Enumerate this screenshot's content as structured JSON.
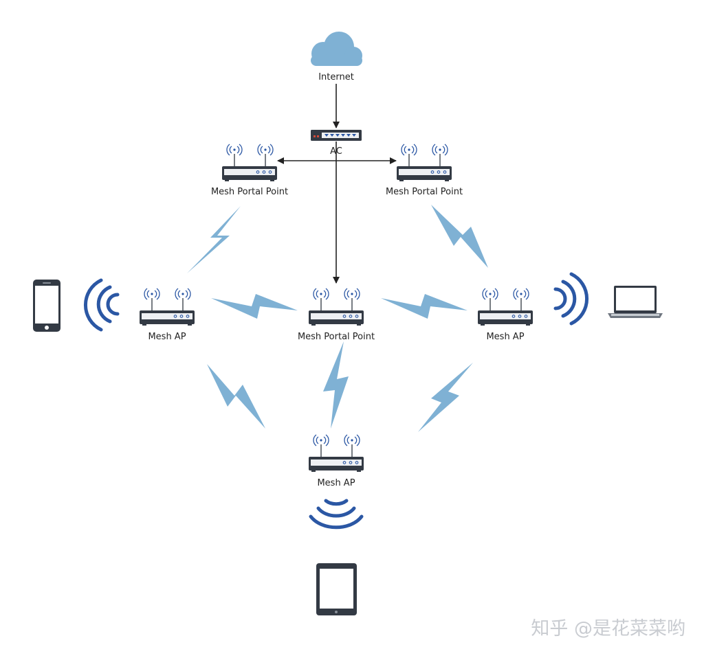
{
  "diagram": {
    "nodes": {
      "internet": {
        "label": "Internet",
        "icon": "cloud-icon"
      },
      "ac": {
        "label": "AC",
        "icon": "switch-icon"
      },
      "portal_left": {
        "label": "Mesh Portal Point",
        "icon": "router-icon"
      },
      "portal_right": {
        "label": "Mesh Portal Point",
        "icon": "router-icon"
      },
      "portal_center": {
        "label": "Mesh Portal Point",
        "icon": "router-icon"
      },
      "ap_left": {
        "label": "Mesh AP",
        "icon": "router-icon"
      },
      "ap_right": {
        "label": "Mesh AP",
        "icon": "router-icon"
      },
      "ap_bottom": {
        "label": "Mesh AP",
        "icon": "router-icon"
      }
    },
    "clients": {
      "phone": {
        "icon": "phone-icon"
      },
      "laptop": {
        "icon": "laptop-icon"
      },
      "tablet": {
        "icon": "tablet-icon"
      }
    },
    "edges": {
      "wired": [
        [
          "internet",
          "ac"
        ],
        [
          "ac",
          "portal_left"
        ],
        [
          "ac",
          "portal_right"
        ],
        [
          "ac",
          "portal_center"
        ]
      ],
      "wireless": [
        [
          "portal_left",
          "ap_left"
        ],
        [
          "portal_right",
          "ap_right"
        ],
        [
          "ap_left",
          "portal_center"
        ],
        [
          "portal_center",
          "ap_right"
        ],
        [
          "ap_left",
          "ap_bottom"
        ],
        [
          "portal_center",
          "ap_bottom"
        ],
        [
          "ap_right",
          "ap_bottom"
        ]
      ]
    }
  },
  "watermark": "知乎 @是花菜菜哟",
  "colors": {
    "cloud": "#7fb1d4",
    "lightning": "#7fb1d4",
    "wifi_wave": "#2b57a4",
    "antenna_signal": "#2b57a4",
    "device_body": "#333a44",
    "router_face": "#eef0f3",
    "arrow": "#222222",
    "watermark": "#c9ccd1"
  }
}
